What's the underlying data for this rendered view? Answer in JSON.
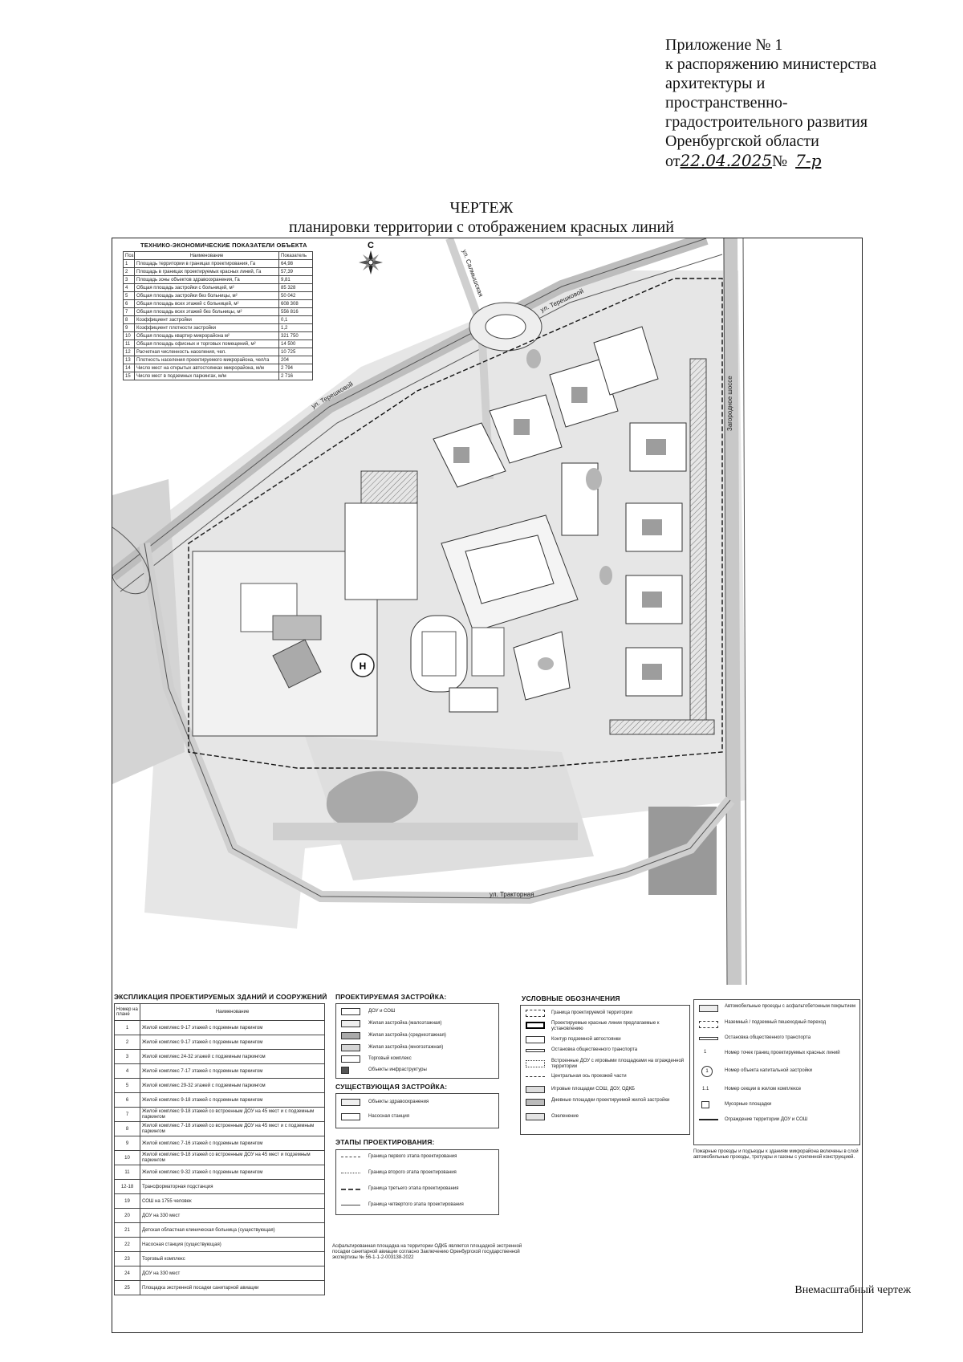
{
  "appendix": {
    "lines": [
      "Приложение № 1",
      "к распоряжению министерства",
      "архитектуры и",
      "пространственно-",
      "градостроительного развития",
      "Оренбургской области"
    ],
    "date_prefix": "от",
    "date": "22.04.2025",
    "number_sign": "№",
    "number": "7-р"
  },
  "title": {
    "line1": "ЧЕРТЕЖ",
    "line2": "планировки территории с отображением красных линий"
  },
  "tep": {
    "heading": "ТЕХНИКО-ЭКОНОМИЧЕСКИЕ ПОКАЗАТЕЛИ ОБЪЕКТА",
    "columns": [
      "Поз.",
      "Наименование",
      "Показатель"
    ],
    "rows": [
      [
        "1",
        "Площадь территории в границах проектирования, Га",
        "64,98"
      ],
      [
        "2",
        "Площадь в границах проектируемых красных линий, Га",
        "57,39"
      ],
      [
        "3",
        "Площадь зоны объектов здравоохранения, Га",
        "9,81"
      ],
      [
        "4",
        "Общая площадь застройки с больницей, м²",
        "85 328"
      ],
      [
        "5",
        "Общая площадь застройки без больницы, м²",
        "50 042"
      ],
      [
        "6",
        "Общая площадь всех этажей с больницей, м²",
        "608 308"
      ],
      [
        "7",
        "Общая площадь всех этажей без больницы, м²",
        "556 816"
      ],
      [
        "8",
        "Коэффициент застройки",
        "0,1"
      ],
      [
        "9",
        "Коэффициент плотности застройки",
        "1,2"
      ],
      [
        "10",
        "Общая площадь квартир микрорайона м²",
        "321 750"
      ],
      [
        "11",
        "Общая площадь офисных и торговых помещений, м²",
        "14 500"
      ],
      [
        "12",
        "Расчетная численность населения, чел.",
        "10 725"
      ],
      [
        "13",
        "Плотность населения проектируемого микрорайона, чел/га",
        "204"
      ],
      [
        "14",
        "Число мест на открытых автостоянках микрорайона, м/м",
        "2 794"
      ],
      [
        "15",
        "Число мест в подземных паркингах, м/м",
        "2 716"
      ]
    ]
  },
  "map": {
    "compass": "С",
    "streets": [
      "ул. Салмышская",
      "ул. Терешковой",
      "ул. Терешковой",
      "Загородное шоссе",
      "ул. Тракторная"
    ],
    "helipad": "H"
  },
  "explication": {
    "heading": "ЭКСПЛИКАЦИЯ ПРОЕКТИРУЕМЫХ ЗДАНИЙ И СООРУЖЕНИЙ",
    "columns": [
      "Номер на плане",
      "Наименование"
    ],
    "rows": [
      [
        "1",
        "Жилой комплекс 9-17 этажей с подземным паркингом"
      ],
      [
        "2",
        "Жилой комплекс 9-17 этажей с подземным паркингом"
      ],
      [
        "3",
        "Жилой комплекс 24-32 этажей с подземным паркингом"
      ],
      [
        "4",
        "Жилой комплекс 7-17 этажей с подземным паркингом"
      ],
      [
        "5",
        "Жилой комплекс 29-32 этажей с подземным паркингом"
      ],
      [
        "6",
        "Жилой комплекс 9-18 этажей с подземным паркингом"
      ],
      [
        "7",
        "Жилой комплекс 9-18 этажей со встроенным ДОУ на 45 мест и с подземным паркингом"
      ],
      [
        "8",
        "Жилой комплекс 7-18 этажей со встроенным ДОУ на 45 мест и с подземным паркингом"
      ],
      [
        "9",
        "Жилой комплекс 7-16 этажей с подземным паркингом"
      ],
      [
        "10",
        "Жилой комплекс 9-18 этажей со встроенным ДОУ на 45 мест и подземным паркингом"
      ],
      [
        "11",
        "Жилой комплекс 9-32 этажей с подземным паркингом"
      ],
      [
        "12-18",
        "Трансформаторная подстанция"
      ],
      [
        "19",
        "СОШ на 1755 человек"
      ],
      [
        "20",
        "ДОУ на 330 мест"
      ],
      [
        "21",
        "Детская областная клиническая больница (существующая)"
      ],
      [
        "22",
        "Насосная станция (существующая)"
      ],
      [
        "23",
        "Торговый комплекс"
      ],
      [
        "24",
        "ДОУ на 330 мест"
      ],
      [
        "25",
        "Площадка экстренной посадки санитарной авиации"
      ]
    ]
  },
  "proj_build": {
    "heading": "ПРОЕКТИРУЕМАЯ ЗАСТРОЙКА:",
    "items": [
      "ДОУ и СОШ",
      "Жилая застройка (малоэтажная)",
      "Жилая застройка (среднеэтажная)",
      "Жилая застройка (многоэтажная)",
      "Торговый комплекс",
      "Объекты инфраструктуры"
    ]
  },
  "exist_build": {
    "heading": "СУЩЕСТВУЮЩАЯ ЗАСТРОЙКА:",
    "items": [
      "Объекты здравоохранения",
      "Насосная станция"
    ]
  },
  "stages": {
    "heading": "ЭТАПЫ ПРОЕКТИРОВАНИЯ:",
    "items": [
      "Граница первого этапа проектирования",
      "Граница второго этапа проектирования",
      "Граница третьего этапа проектирования",
      "Граница четвертого этапа проектирования"
    ]
  },
  "stages_note": "Асфальтированная площадка на территории ОДКБ является площадкой экстренной посадки санитарной авиации согласно Заключению Оренбургской государственной экспертизы № 56-1-1-2-003138-2022",
  "legend": {
    "heading": "УСЛОВНЫЕ ОБОЗНАЧЕНИЯ",
    "left_items": [
      "Граница проектируемой территории",
      "Проектируемые красные линии предлагаемые к установлению",
      "Контур подземной автостоянки",
      "Остановка общественного транспорта",
      "Встроенные ДОУ с игровыми площадками на огражденной территории",
      "Центральная ось проезжей части",
      "Игровые площадки СОШ, ДОУ, ОДКБ",
      "Дневные площадки проектируемой жилой застройки",
      "Озеленение"
    ],
    "right_items": [
      "Автомобильные проезды с асфальтобетонным покрытием",
      "Наземный / подземный пешеходный переход",
      "Остановка общественного транспорта",
      "Номер точек границ проектируемых красных линий",
      "Номер объекта капитальной застройки",
      "Номер секции в жилом комплексе",
      "Мусорные площадки",
      "Ограждение территории ДОУ и СОШ"
    ],
    "sym_point": "1",
    "sym_object": "1",
    "sym_section": "1.1",
    "note": "Пожарные проезды и подъезды к зданиям микрорайона включены в слой автомобильные проезды, тротуары и газоны с усиленной конструкцией."
  },
  "footer": "Внемасштабный чертеж"
}
